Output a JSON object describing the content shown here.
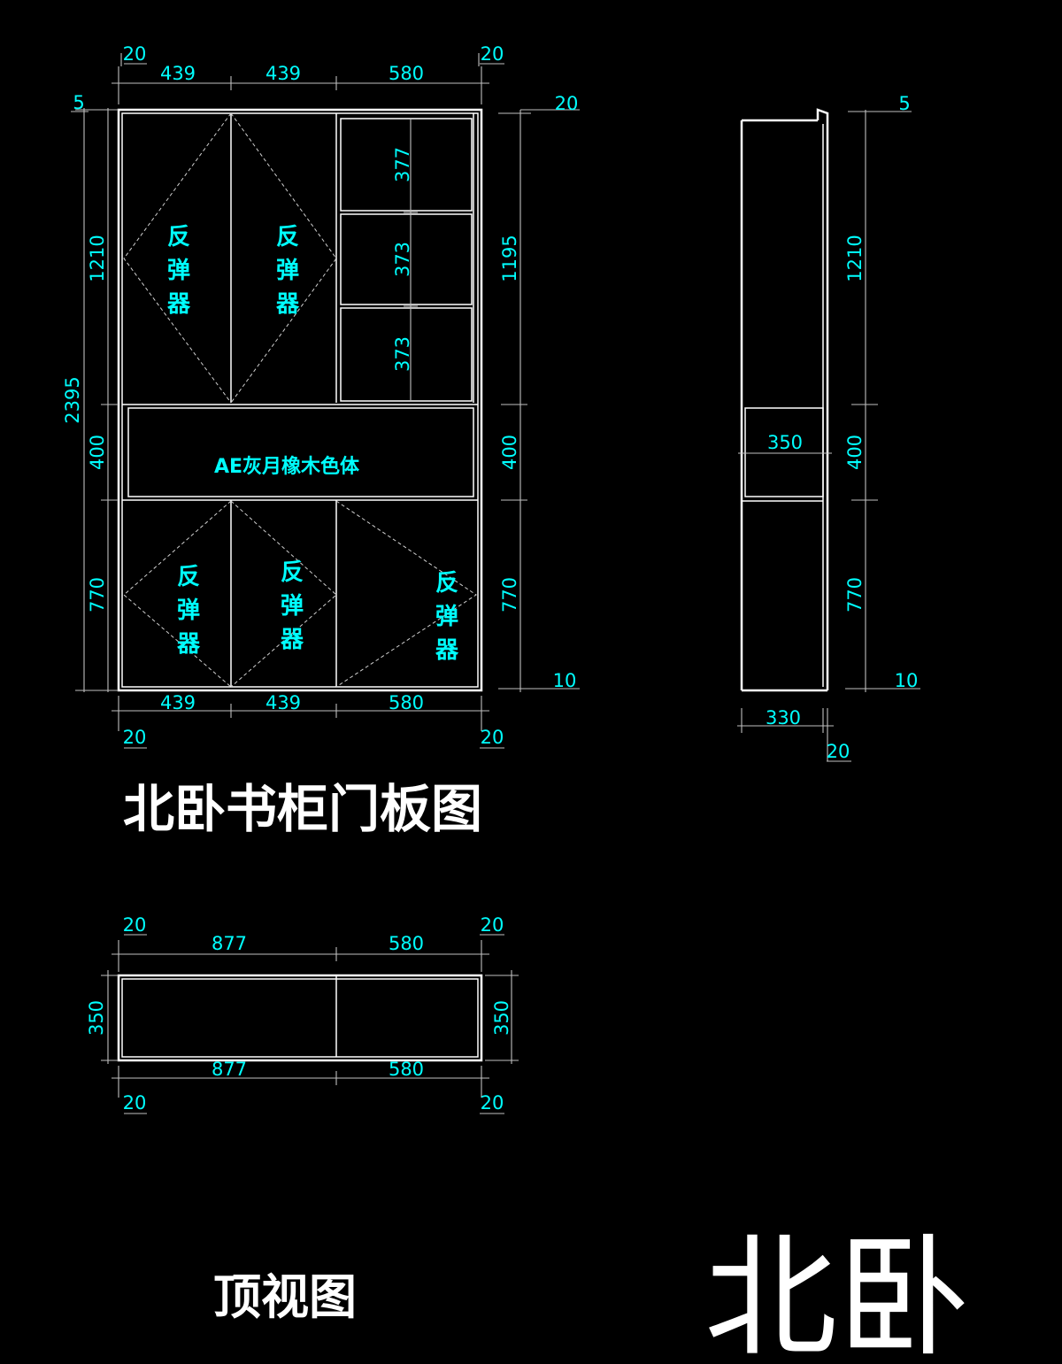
{
  "front": {
    "top_widths": [
      "439",
      "439",
      "580"
    ],
    "bottom_widths": [
      "439",
      "439",
      "580"
    ],
    "side_gap_left_top": "20",
    "side_gap_right_top": "20",
    "side_gap_left_bottom": "20",
    "side_gap_right_bottom": "20",
    "top_gap_left": "5",
    "top_gap_right": "20",
    "bottom_gap_right": "10",
    "total_height": "2395",
    "left_heights": [
      "1210",
      "400",
      "770"
    ],
    "right_heights": [
      "1195",
      "400",
      "770"
    ],
    "shelf_heights": [
      "377",
      "373",
      "373"
    ],
    "door_label": "反弹器",
    "middle_panel_label": "AE灰月橡木色体",
    "title": "北卧书柜门板图"
  },
  "side": {
    "top_gap": "5",
    "heights": [
      "1210",
      "400",
      "770"
    ],
    "bottom_gap": "10",
    "depth_inner": "350",
    "depth": "330",
    "depth_gap": "20"
  },
  "top_view": {
    "widths_top": [
      "877",
      "580"
    ],
    "widths_bottom": [
      "877",
      "580"
    ],
    "gap_left_top": "20",
    "gap_right_top": "20",
    "gap_left_bottom": "20",
    "gap_right_bottom": "20",
    "depth_left": "350",
    "depth_right": "350",
    "title": "顶视图"
  },
  "room_label": "北卧"
}
